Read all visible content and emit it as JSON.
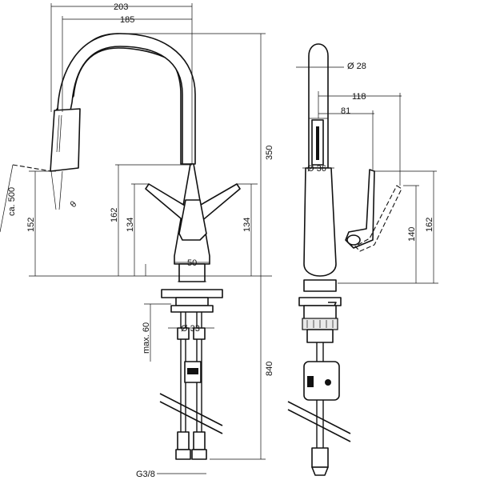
{
  "dimensions": {
    "overall_width": "203",
    "reach": "185",
    "height": "350",
    "extension": "ca. 500",
    "spout_outlet_height": "152",
    "handle_height": "162",
    "handle_height_inner": "134",
    "handle_height_right": "134",
    "base_diameter": "50",
    "angle": "θ",
    "max_counter": "max. 60",
    "hole_diameter": "Ø 33",
    "hose_length": "840",
    "connection": "G3/8",
    "spout_diameter": "Ø 28",
    "side_reach_118": "118",
    "side_reach_81": "81",
    "body_diameter": "Ø 36",
    "side_height_140": "140",
    "side_height_162": "162"
  }
}
